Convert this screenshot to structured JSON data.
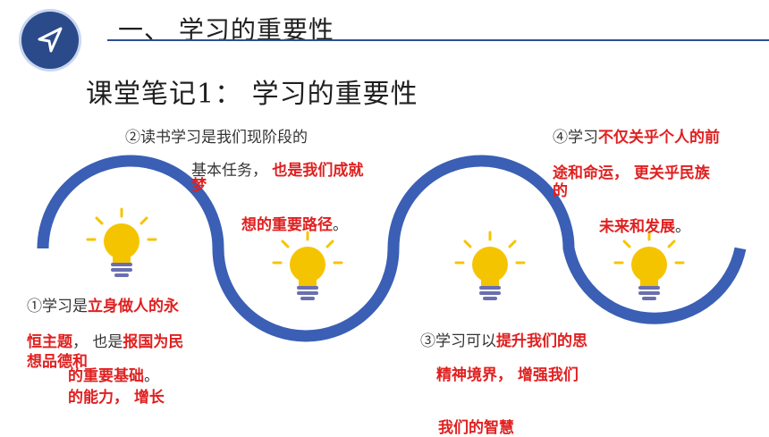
{
  "header": {
    "section_title": "一、 学习的重要性",
    "note_title": "课堂笔记1： 学习的重要性"
  },
  "colors": {
    "accent": "#2b4a8a",
    "wave": "#3a5fb4",
    "highlight": "#e02020",
    "bulb": "#f5c400"
  },
  "icons": {
    "nav": "paper-plane-icon",
    "bulb": "lightbulb-icon"
  },
  "notes": {
    "n1": {
      "line1_prefix": "①学习是",
      "line1_red": "立身做人的永",
      "line2_red_a": "恒主题",
      "line2_sep": "， 也是",
      "line2_red_b": "报国为民",
      "line3_red": "想品德和",
      "line4_red": "的重要基础",
      "line4_tail": "。",
      "line5_red": "的能力， 增长"
    },
    "n2": {
      "line1": "②读书学习是我们现阶段的",
      "line2_prefix": "基本任务，",
      "line2_red": "也是我们成就",
      "line3_red": "梦",
      "line4_red": "想的重要路径",
      "line4_tail": "。"
    },
    "n3": {
      "line1_prefix": "③学习可以",
      "line1_red": "提升我们的思",
      "line2_red": "精神境界， 增强我们",
      "line3_red": "我们的智慧"
    },
    "n4": {
      "line1_prefix": "④学习",
      "line1_red": "不仅关乎个人的前",
      "line2_red": "途和命运， 更关乎民族",
      "line3_red": "的",
      "line4_red": "未来和发展",
      "line4_tail": "。"
    }
  }
}
